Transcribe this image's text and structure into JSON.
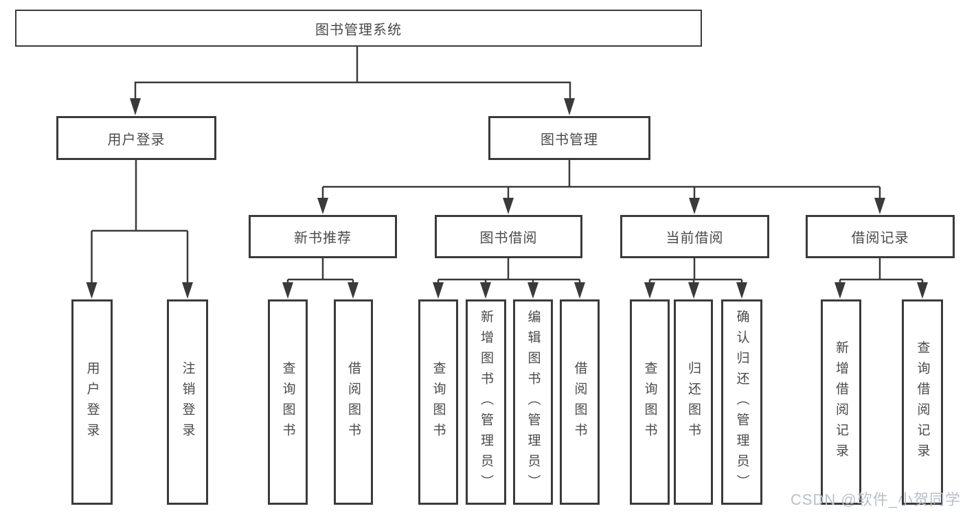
{
  "tree": {
    "root": {
      "label": "图书管理系统"
    },
    "branches": [
      {
        "label": "用户登录",
        "children": [
          {
            "label": "用户登录"
          },
          {
            "label": "注销登录"
          }
        ]
      },
      {
        "label": "图书管理",
        "children": [
          {
            "label": "新书推荐",
            "children": [
              {
                "label": "查询图书"
              },
              {
                "label": "借阅图书"
              }
            ]
          },
          {
            "label": "图书借阅",
            "children": [
              {
                "label": "查询图书"
              },
              {
                "label": "新增图书（管理员）"
              },
              {
                "label": "编辑图书（管理员）"
              },
              {
                "label": "借阅图书"
              }
            ]
          },
          {
            "label": "当前借阅",
            "children": [
              {
                "label": "查询图书"
              },
              {
                "label": "归还图书"
              },
              {
                "label": "确认归还（管理员）"
              }
            ]
          },
          {
            "label": "借阅记录",
            "children": [
              {
                "label": "新增借阅记录"
              },
              {
                "label": "查询借阅记录"
              }
            ]
          }
        ]
      }
    ]
  },
  "watermark": {
    "text": "CSDN @软件_小贺同学"
  },
  "colors": {
    "line": "#3a3a3a",
    "text": "#4a4a4a",
    "watermark": "#b9bfc7",
    "background": "#ffffff"
  }
}
